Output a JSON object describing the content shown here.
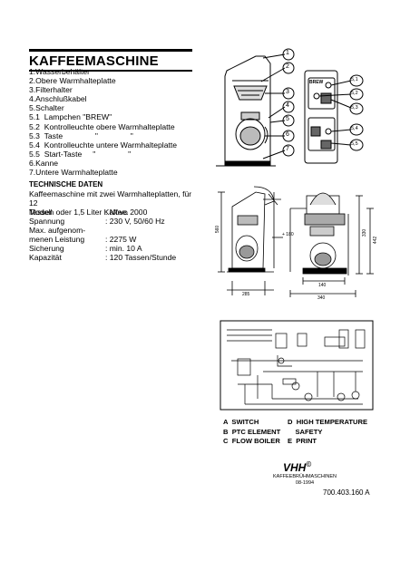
{
  "title": "KAFFEEMASCHINE",
  "parts": [
    "1.Wasserbehälter",
    "2.Obere Warmhalteplatte",
    "3.Filterhalter",
    "4.Anschlußkabel",
    "5.Schalter",
    "5.1  Lampchen \"BREW\"",
    "5.2  Kontrolleuchte obere Warmhalteplatte",
    "5.3  Taste               \"               \"",
    "5.4  Kontrolleuchte untere Warmhalteplatte",
    "5.5  Start-Taste     \"               \"",
    "6.Kanne",
    "7.Untere Warmhalteplatte"
  ],
  "tech": {
    "heading": "TECHNISCHE DATEN",
    "desc1": "Kaffeemaschine mit zwei Warmhalteplatten, für 12",
    "desc2": "Tassen oder 1,5 Liter Kaffee.",
    "specs": [
      {
        "k": "Modell",
        "v": ": Novo 2000"
      },
      {
        "k": "Spannung",
        "v": ": 230 V, 50/60 Hz"
      },
      {
        "k": "Max. aufgenom-",
        "v": ""
      },
      {
        "k": "menen Leistung",
        "v": ": 2275 W"
      },
      {
        "k": "Sicherung",
        "v": ": min. 10 A"
      },
      {
        "k": "Kapazität",
        "v": ": 120 Tassen/Stunde"
      }
    ]
  },
  "callouts": [
    "1",
    "2",
    "3",
    "4",
    "5",
    "6",
    "7"
  ],
  "panel_callouts": [
    "5,1",
    "5,2",
    "5,3",
    "5,4",
    "5,5"
  ],
  "panel_label": "BREW",
  "dims": {
    "d180": "+ 180",
    "d560": "560",
    "d442": "442",
    "d285": "285",
    "d340": "340",
    "d330": "330",
    "d140": "140"
  },
  "legend": [
    {
      "a": "A  SWITCH",
      "b": "D  HIGH TEMPERATURE"
    },
    {
      "a": "B  PTC ELEMENT",
      "b": "    SAFETY"
    },
    {
      "a": "C  FLOW BOILER",
      "b": "E  PRINT"
    }
  ],
  "brand": "VHH",
  "brand_mark": "©",
  "brand_sub1": "KAFFEEBRÜHMASCHINEN",
  "brand_sub2": "08-1994",
  "doc_number": "700.403.160 A"
}
